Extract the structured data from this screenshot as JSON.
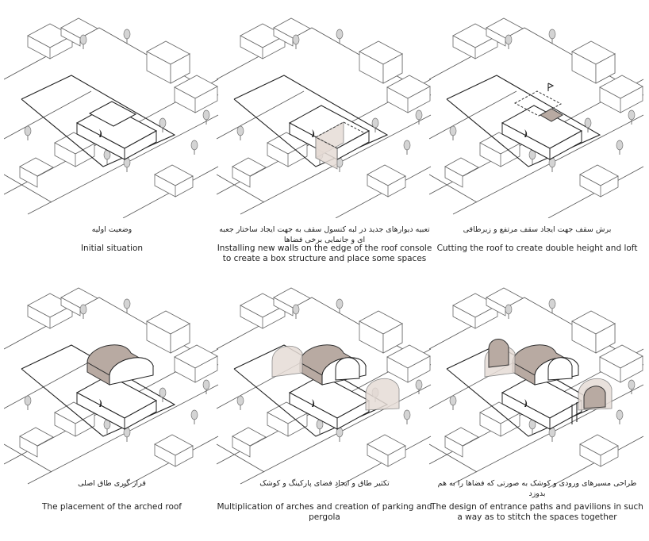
{
  "panels": [
    {
      "caption_fa": "وضعیت اولیه",
      "caption_en": "Initial situation",
      "stage": 1
    },
    {
      "caption_fa": "تعبیه دیوارهای جدید در لبه کنسول سقف به جهت ایجاد ساختار جعبه ای و جانمایی برخی فضاها",
      "caption_en": "Installing new walls on the edge of the roof console to create a box structure and place some spaces",
      "stage": 2
    },
    {
      "caption_fa": "برش سقف جهت ایجاد سقف مرتفع و زیرطاقی",
      "caption_en": "Cutting the roof to create double height and loft",
      "stage": 3
    },
    {
      "caption_fa": "قرار گیری طاق اصلی",
      "caption_en": "The placement of the arched roof",
      "stage": 4
    },
    {
      "caption_fa": "تکثیر طاق و ایجاد فضای پارکینگ و کوشک",
      "caption_en": "Multiplication of arches and creation of parking and pergola",
      "stage": 5
    },
    {
      "caption_fa": "طراحی مسیرهای ورودی و کوشک به صورتی که فضاها را به هم بدوزد",
      "caption_en": "The design of entrance paths and pavilions in such a way as to stitch the spaces together",
      "stage": 6
    }
  ],
  "colors": {
    "line": "#555555",
    "accent": "#b8aaa2",
    "tree": "#d4d4d4"
  }
}
